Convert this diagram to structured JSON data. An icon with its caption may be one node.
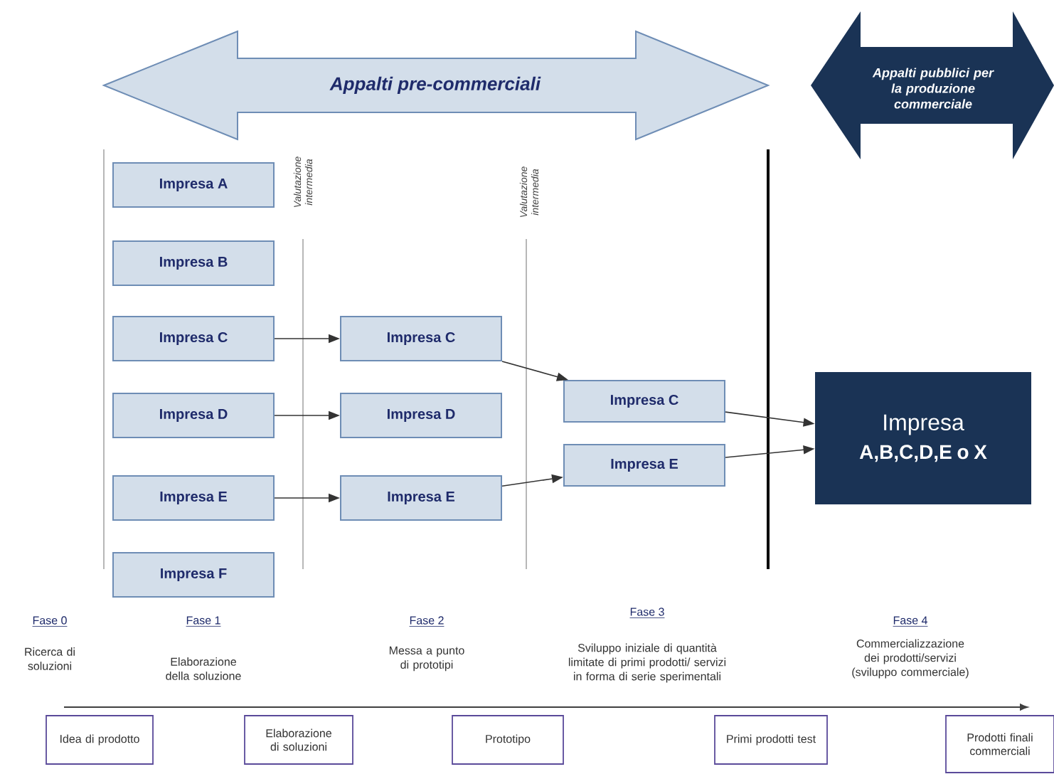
{
  "diagram": {
    "nodes": [
      {
        "text": [
          "Appalti pre-commerciali"
        ]
      },
      {
        "text": [
          "Appalti pubblici per la produzione commerciale"
        ]
      },
      {
        "text": [
          "Impresa A"
        ]
      },
      {
        "text": [
          "Impresa B"
        ]
      },
      {
        "text": [
          "Impresa C"
        ]
      },
      {
        "text": [
          "Impresa D"
        ]
      },
      {
        "text": [
          "Impresa E"
        ]
      },
      {
        "text": [
          "Impresa F"
        ]
      },
      {
        "text": [
          "Impresa C"
        ]
      },
      {
        "text": [
          "Impresa D"
        ]
      },
      {
        "text": [
          "Impresa E"
        ]
      },
      {
        "text": [
          "Impresa C"
        ]
      },
      {
        "text": [
          "Impresa E"
        ]
      },
      {
        "text": [
          "Impresa",
          "A,B,C,D,E o X"
        ]
      },
      {
        "text": [
          "Idea di prodotto"
        ]
      },
      {
        "text": [
          "Elaborazione di soluzioni"
        ]
      },
      {
        "text": [
          "Prototipo"
        ]
      },
      {
        "text": [
          "Primi prodotti test"
        ]
      },
      {
        "text": [
          "Prodotti finali commerciali"
        ]
      }
    ],
    "edges": [
      {
        "from": 4,
        "to": 8,
        "arrow": "to"
      },
      {
        "from": 5,
        "to": 9,
        "arrow": "to"
      },
      {
        "from": 6,
        "to": 10,
        "arrow": "to"
      },
      {
        "from": 8,
        "to": 11,
        "arrow": "to"
      },
      {
        "from": 10,
        "to": 12,
        "arrow": "to"
      },
      {
        "from": 11,
        "to": 13,
        "arrow": "to"
      },
      {
        "from": 12,
        "to": 13,
        "arrow": "to"
      }
    ],
    "labels": [
      "Valutazione intermedia",
      "Valutazione intermedia",
      "Fase 0",
      "Ricerca di soluzioni",
      "Fase 1",
      "Elaborazione della soluzione",
      "Fase 2",
      "Messa a punto di prototipi",
      "Fase 3",
      "Sviluppo iniziale di quantità limitate di primi prodotti/ servizi in forma di serie sperimentali",
      "Fase 4",
      "Commercializzazione dei prodotti/servizi (sviluppo commerciale)"
    ]
  }
}
